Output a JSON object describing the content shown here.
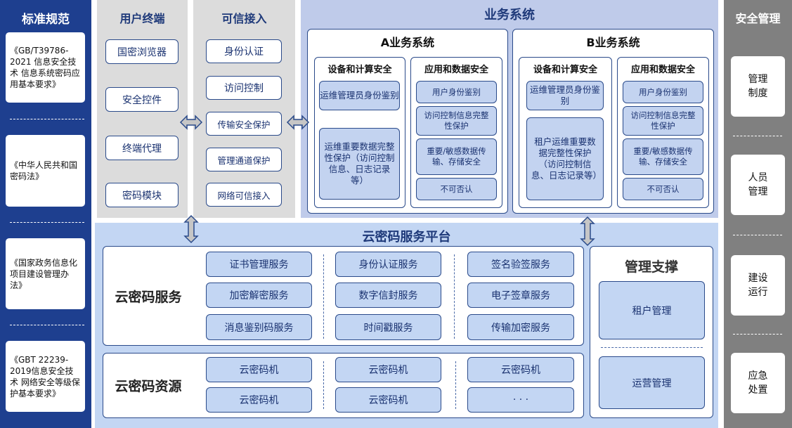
{
  "standards": {
    "title": "标准规范",
    "items": [
      "《GB/T39786-2021 信息安全技术 信息系统密码应用基本要求》",
      "《中华人民共和国密码法》",
      "《国家政务信息化项目建设管理办法》",
      "《GBT 22239-2019信息安全技术 网络安全等级保护基本要求》"
    ]
  },
  "user_terminal": {
    "title": "用户终端",
    "items": [
      "国密浏览器",
      "安全控件",
      "终端代理",
      "密码模块"
    ]
  },
  "trusted_access": {
    "title": "可信接入",
    "items": [
      "身份认证",
      "访问控制",
      "传输安全保护",
      "管理通道保护",
      "网络可信接入"
    ]
  },
  "business": {
    "title": "业务系统",
    "systems": [
      {
        "title": "A业务系统",
        "device": {
          "title": "设备和计算安全",
          "items": [
            "运维管理员身份鉴别",
            "运维重要数据完整性保护（访问控制信息、日志记录等）"
          ]
        },
        "app": {
          "title": "应用和数据安全",
          "items": [
            "用户身份鉴别",
            "访问控制信息完整性保护",
            "重要/敏感数据传输、存储安全",
            "不可否认"
          ]
        }
      },
      {
        "title": "B业务系统",
        "device": {
          "title": "设备和计算安全",
          "items": [
            "运维管理员身份鉴别",
            "租户运维重要数据完整性保护（访问控制信息、日志记录等）"
          ]
        },
        "app": {
          "title": "应用和数据安全",
          "items": [
            "用户身份鉴别",
            "访问控制信息完整性保护",
            "重要/敏感数据传输、存储安全",
            "不可否认"
          ]
        }
      }
    ]
  },
  "cloud_platform": {
    "title": "云密码服务平台",
    "services": {
      "label": "云密码服务",
      "columns": [
        [
          "证书管理服务",
          "加密解密服务",
          "消息鉴别码服务"
        ],
        [
          "身份认证服务",
          "数字信封服务",
          "时间戳服务"
        ],
        [
          "签名验签服务",
          "电子签章服务",
          "传输加密服务"
        ]
      ]
    },
    "resources": {
      "label": "云密码资源",
      "columns": [
        [
          "云密码机",
          "云密码机"
        ],
        [
          "云密码机",
          "云密码机"
        ],
        [
          "云密码机",
          "· · ·"
        ]
      ]
    },
    "support": {
      "title": "管理支撑",
      "items": [
        "租户管理",
        "运营管理"
      ]
    }
  },
  "security_mgmt": {
    "title": "安全管理",
    "items": [
      "管理制度",
      "人员管理",
      "建设运行",
      "应急处置"
    ]
  },
  "colors": {
    "standards_bg": "#1e3f8f",
    "mgmt_bg": "#808080",
    "gray_panel": "#dcdcdc",
    "business_bg": "#bfcbea",
    "cloud_bg": "#c3d6f3",
    "button_blue": "#c3d3f0",
    "border": "#2a4a8a",
    "title_text": "#1f3a7a"
  }
}
